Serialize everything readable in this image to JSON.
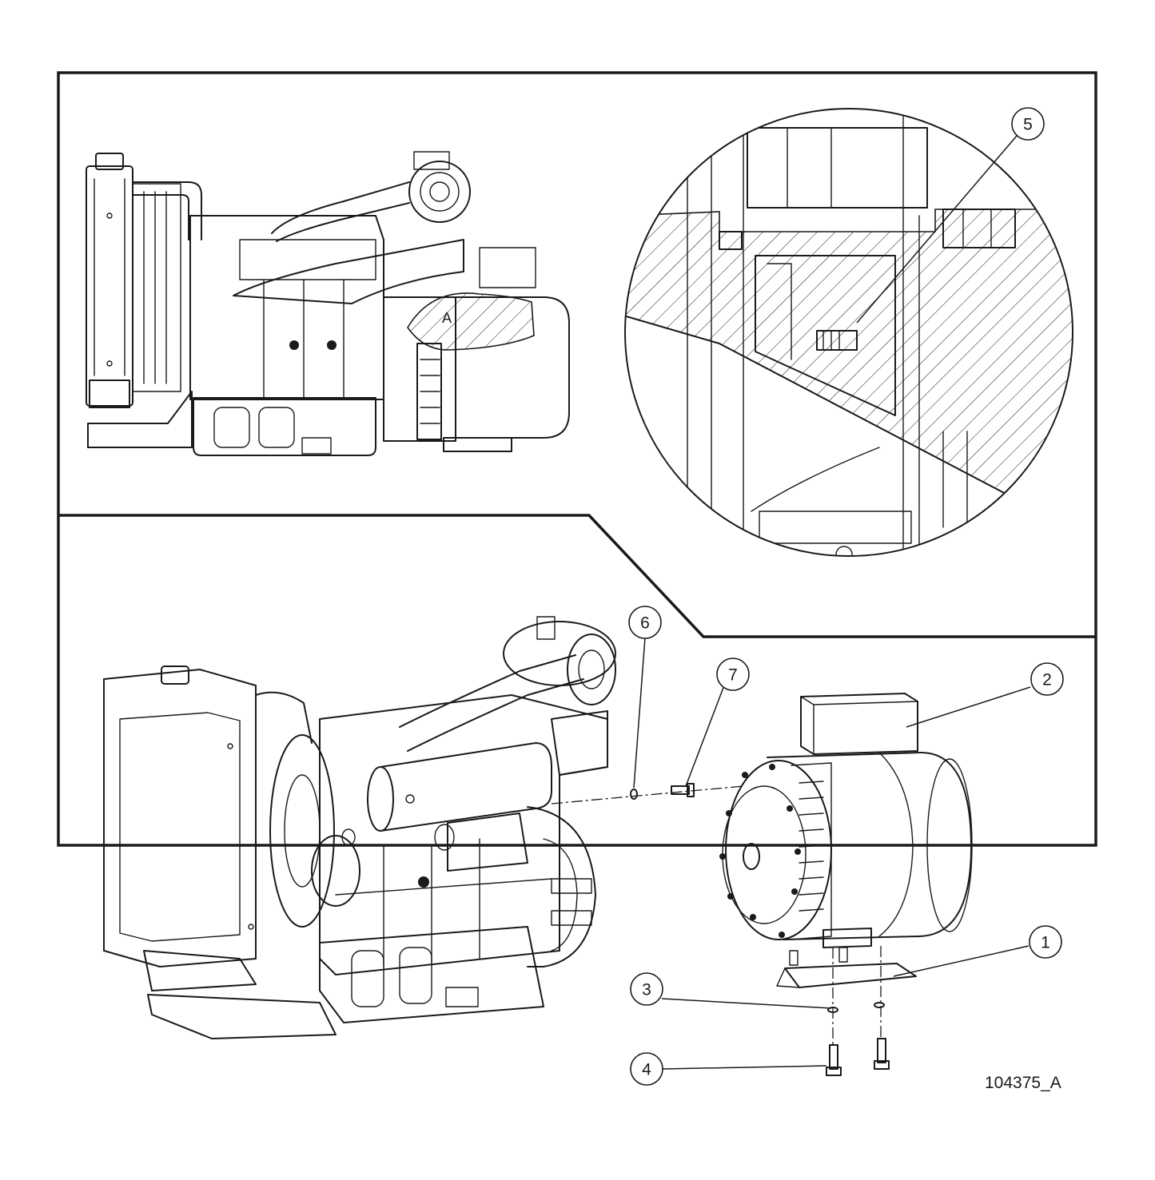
{
  "drawing_number": "104375_A",
  "detail_view_label": "A",
  "callouts": [
    {
      "id": "callout-1",
      "label": "1"
    },
    {
      "id": "callout-2",
      "label": "2"
    },
    {
      "id": "callout-3",
      "label": "3"
    },
    {
      "id": "callout-4",
      "label": "4"
    },
    {
      "id": "callout-5",
      "label": "5"
    },
    {
      "id": "callout-6",
      "label": "6"
    },
    {
      "id": "callout-7",
      "label": "7"
    }
  ]
}
